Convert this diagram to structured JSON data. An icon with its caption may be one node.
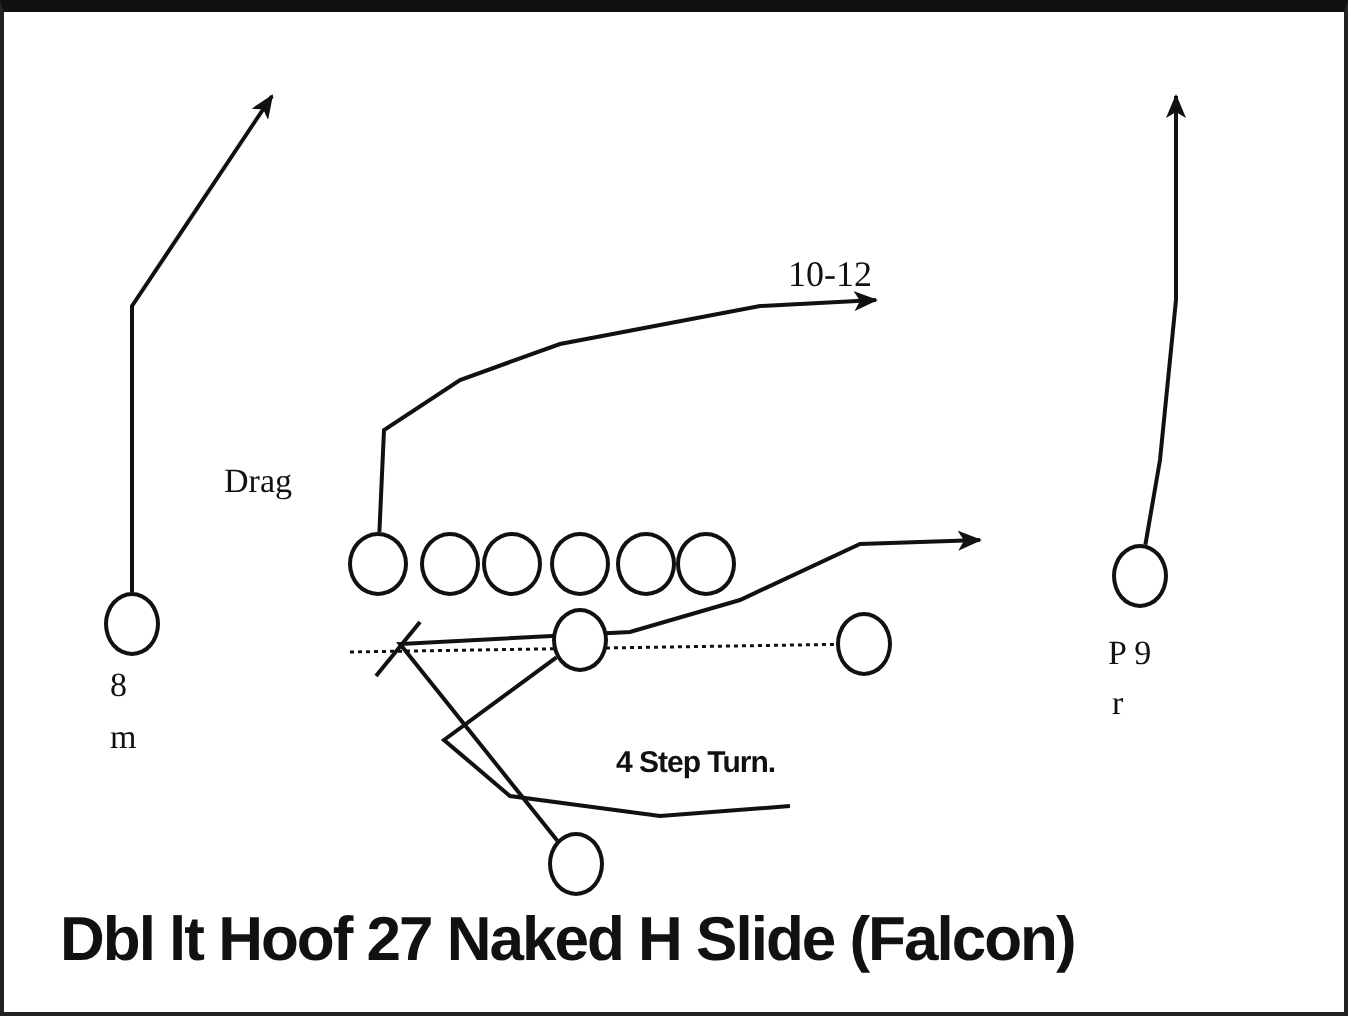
{
  "diagram": {
    "title": "Dbl lt Hoof 27 Naked H Slide (Falcon)",
    "nodes": [
      {
        "text": [],
        "shape": "circle",
        "beside": [
          "Drag"
        ]
      },
      {
        "text": [],
        "shape": "circle"
      },
      {
        "text": [],
        "shape": "circle"
      },
      {
        "text": [],
        "shape": "circle"
      },
      {
        "text": [],
        "shape": "circle"
      },
      {
        "text": [],
        "shape": "circle"
      },
      {
        "text": [],
        "shape": "circle",
        "beside": [
          "P 9",
          "r"
        ]
      },
      {
        "text": [],
        "shape": "circle",
        "beside": [
          "8",
          "m"
        ]
      },
      {
        "text": [],
        "shape": "circle"
      },
      {
        "text": [],
        "shape": "circle"
      },
      {
        "text": [],
        "shape": "circle"
      }
    ],
    "edges": [
      {
        "from": 7,
        "to": null,
        "arrow": "to"
      },
      {
        "from": 0,
        "to": null,
        "arrow": "to",
        "label": "10-12"
      },
      {
        "from": 6,
        "to": null,
        "arrow": "to"
      },
      {
        "from": 10,
        "to": null,
        "arrow": "to"
      },
      {
        "from": 8,
        "to": null,
        "arrow": "none",
        "label": "4 Step Turn."
      },
      {
        "from": null,
        "to": 9,
        "arrow": "none",
        "style": "dashed"
      }
    ]
  }
}
